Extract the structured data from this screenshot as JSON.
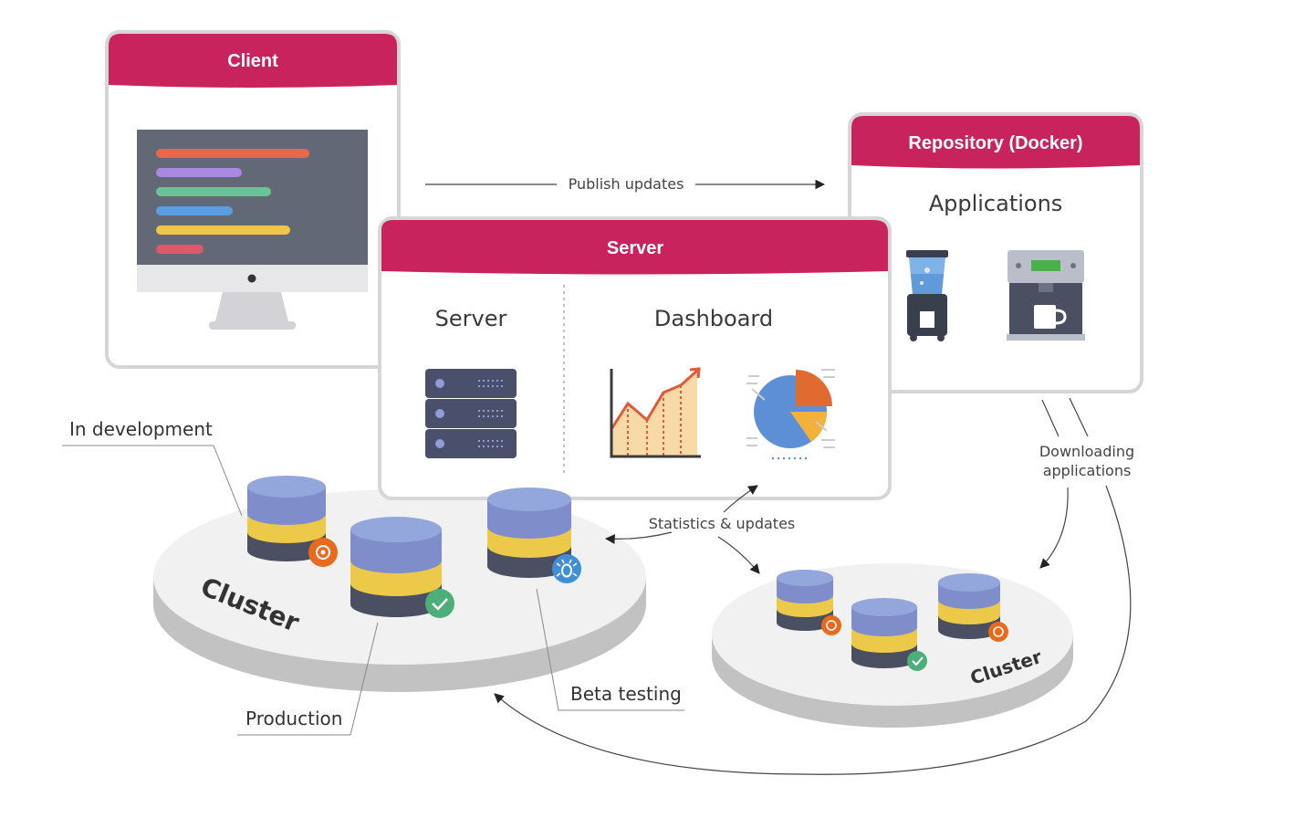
{
  "client": {
    "title": "Client"
  },
  "server_card": {
    "title": "Server",
    "left_label": "Server",
    "right_label": "Dashboard"
  },
  "repository": {
    "title": "Repository (Docker)",
    "subtitle": "Applications"
  },
  "arrows": {
    "publish": "Publish updates",
    "stats": "Statistics & updates",
    "download_line1": "Downloading",
    "download_line2": "applications"
  },
  "main_cluster": {
    "label": "Cluster",
    "callouts": {
      "development": "In development",
      "production": "Production",
      "beta": "Beta testing"
    }
  },
  "small_cluster": {
    "label": "Cluster"
  },
  "colors": {
    "header": "#c8235c",
    "card_border": "#d0d0d0",
    "db_top": "#8aa3d6",
    "db_mid": "#edc94a",
    "db_dark": "#4a4f62",
    "badge_gear": "#e86a1e",
    "badge_check": "#4caf7a",
    "badge_bug": "#3f8fd6"
  },
  "icons": [
    "monitor-icon",
    "code-lines-icon",
    "server-rack-icon",
    "line-chart-icon",
    "pie-chart-icon",
    "water-cooler-icon",
    "coffee-machine-icon",
    "database-icon",
    "gear-badge-icon",
    "check-badge-icon",
    "bug-badge-icon"
  ]
}
